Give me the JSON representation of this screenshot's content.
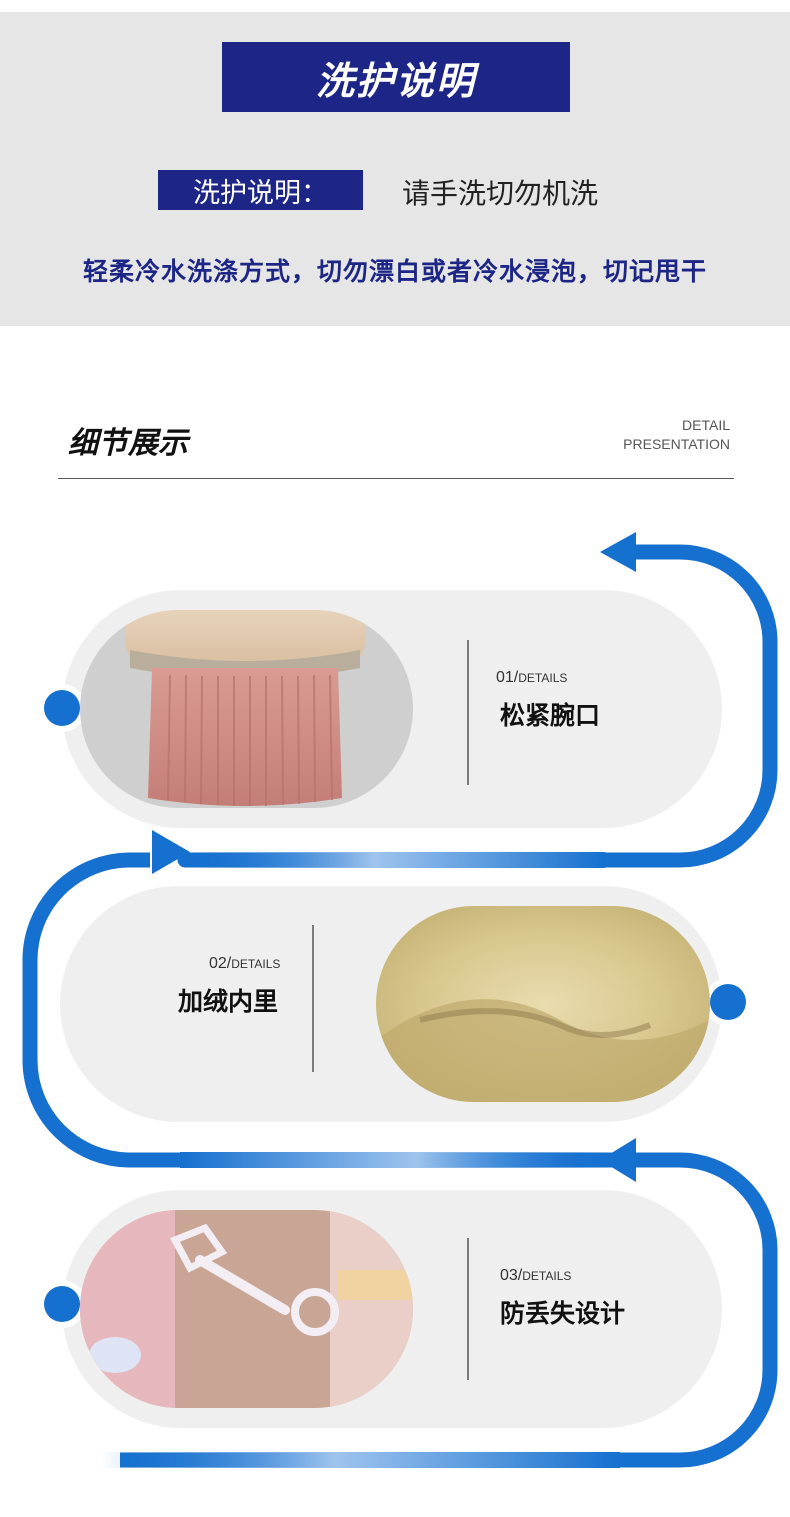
{
  "care": {
    "title": "洗护说明",
    "label": "洗护说明：",
    "value": "请手洗切勿机洗",
    "notice": "轻柔冷水洗涤方式，切勿漂白或者冷水浸泡，切记甩干"
  },
  "details": {
    "title": "细节展示",
    "subtitle_line1": "DETAIL",
    "subtitle_line2": "PRESENTATION",
    "items": [
      {
        "num": "01/",
        "suffix": "DETAILS",
        "label": "松紧腕口"
      },
      {
        "num": "02/",
        "suffix": "DETAILS",
        "label": "加绒内里"
      },
      {
        "num": "03/",
        "suffix": "DETAILS",
        "label": "防丢失设计"
      }
    ]
  },
  "colors": {
    "navy": "#1d2587",
    "blue": "#1570cf",
    "panel": "#efefef"
  }
}
